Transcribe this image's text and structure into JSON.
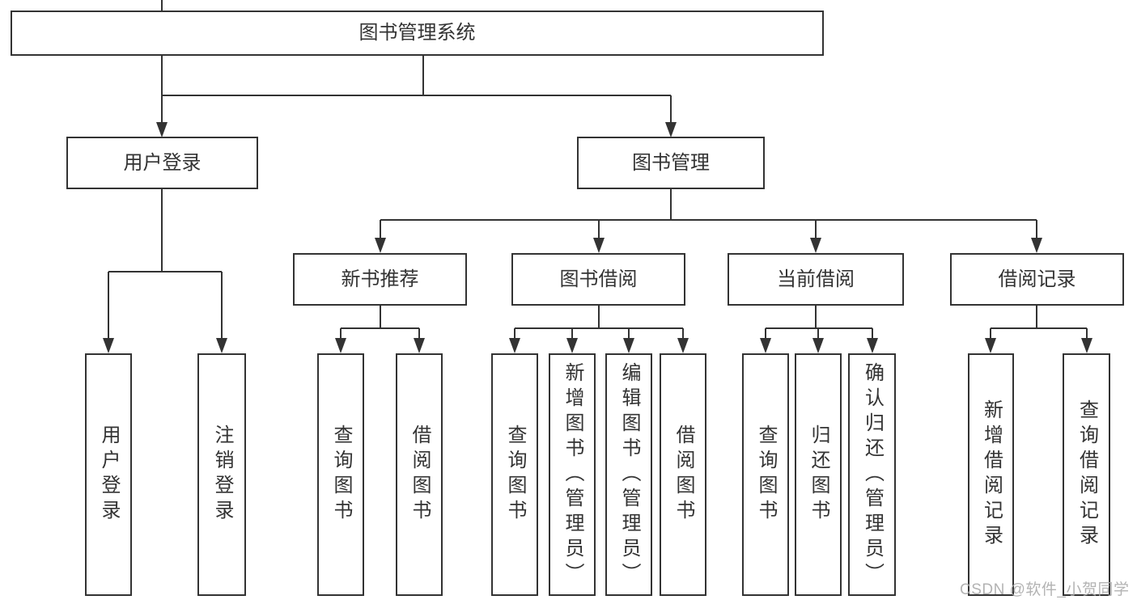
{
  "tree": {
    "root": {
      "label": "图书管理系统"
    },
    "branches": [
      {
        "label": "用户登录",
        "children": [
          {
            "label": "用户登录"
          },
          {
            "label": "注销登录"
          }
        ]
      },
      {
        "label": "图书管理",
        "children": [
          {
            "label": "新书推荐",
            "children": [
              {
                "label": "查询图书"
              },
              {
                "label": "借阅图书"
              }
            ]
          },
          {
            "label": "图书借阅",
            "children": [
              {
                "label": "查询图书"
              },
              {
                "label": "新增图书（管理员）"
              },
              {
                "label": "编辑图书（管理员）"
              },
              {
                "label": "借阅图书"
              }
            ]
          },
          {
            "label": "当前借阅",
            "children": [
              {
                "label": "查询图书"
              },
              {
                "label": "归还图书"
              },
              {
                "label": "确认归还（管理员）"
              }
            ]
          },
          {
            "label": "借阅记录",
            "children": [
              {
                "label": "新增借阅记录"
              },
              {
                "label": "查询借阅记录"
              }
            ]
          }
        ]
      }
    ]
  },
  "watermark": {
    "text": "CSDN @软件_小贺同学"
  },
  "colors": {
    "line": "#333333",
    "text": "#333333",
    "background": "#ffffff",
    "watermark": "#ababab"
  }
}
